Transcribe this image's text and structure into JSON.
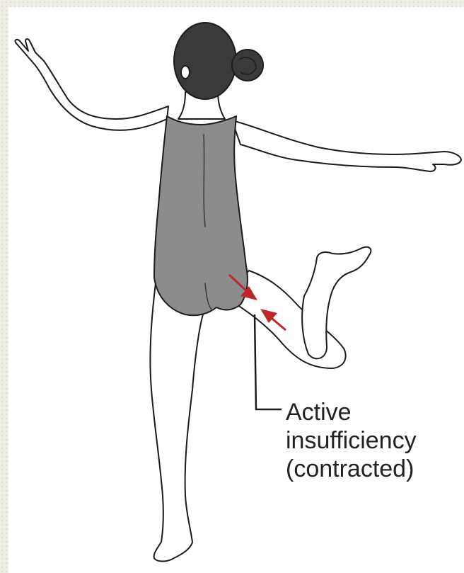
{
  "figure": {
    "label_lines": [
      "Active",
      "insufficiency",
      "(contracted)"
    ],
    "colors": {
      "background": "#efeee6",
      "panel": "#ffffff",
      "outline": "#1c1c1c",
      "leotard": "#8c8c8c",
      "hair": "#3a3a3a",
      "arrow": "#c0262d",
      "text": "#222222"
    },
    "icons": [
      "gymnast-illustration",
      "contraction-arrows"
    ]
  }
}
